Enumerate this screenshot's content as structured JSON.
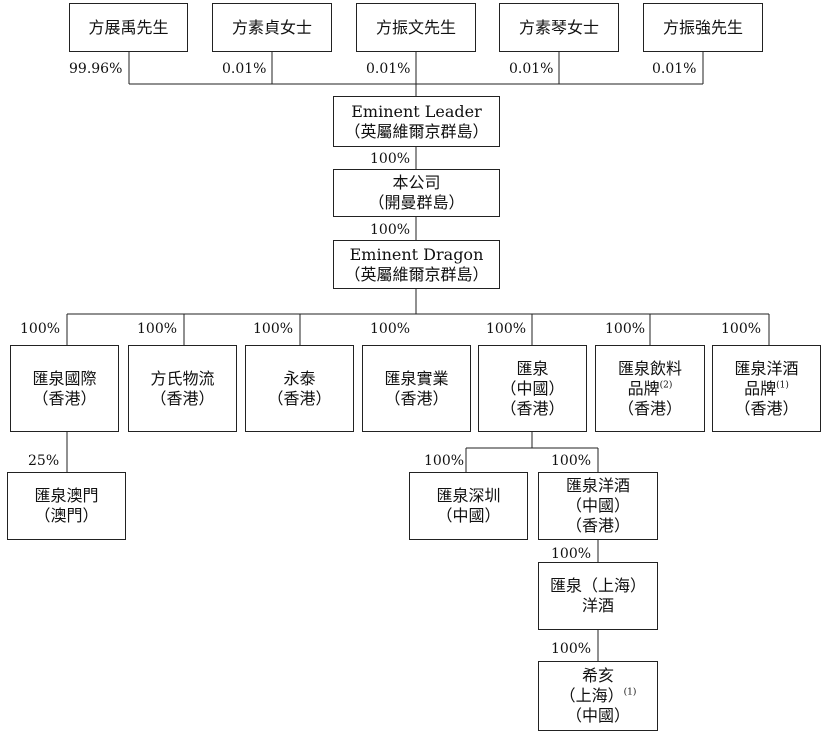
{
  "shareholders": [
    {
      "name": "方展禹先生",
      "pct": "99.96%"
    },
    {
      "name": "方素貞女士",
      "pct": "0.01%"
    },
    {
      "name": "方振文先生",
      "pct": "0.01%"
    },
    {
      "name": "方素琴女士",
      "pct": "0.01%"
    },
    {
      "name": "方振強先生",
      "pct": "0.01%"
    }
  ],
  "eminent_leader": {
    "line1": "Eminent Leader",
    "line2": "（英屬維爾京群島）",
    "pct": "100%"
  },
  "company": {
    "line1": "本公司",
    "line2": "（開曼群島）",
    "pct": "100%"
  },
  "eminent_dragon": {
    "line1": "Eminent Dragon",
    "line2": "（英屬維爾京群島）"
  },
  "subsidiaries": [
    {
      "pct": "100%",
      "line1": "匯泉國際",
      "line2": "（香港）"
    },
    {
      "pct": "100%",
      "line1": "方氏物流",
      "line2": "（香港）"
    },
    {
      "pct": "100%",
      "line1": "永泰",
      "line2": "（香港）"
    },
    {
      "pct": "100%",
      "line1": "匯泉實業",
      "line2": "（香港）"
    },
    {
      "pct": "100%",
      "line1": "匯泉",
      "line2": "（中國）",
      "line3": "（香港）"
    },
    {
      "pct": "100%",
      "line1": "匯泉飲料",
      "line2": "品牌",
      "line2_note": "(2)",
      "line3": "（香港）"
    },
    {
      "pct": "100%",
      "line1": "匯泉洋酒",
      "line2": "品牌",
      "line2_note": "(1)",
      "line3": "（香港）"
    }
  ],
  "macau": {
    "pct": "25%",
    "line1": "匯泉澳門",
    "line2": "（澳門）"
  },
  "shenzhen": {
    "pct": "100%",
    "line1": "匯泉深圳",
    "line2": "（中國）"
  },
  "wine_china_hk": {
    "pct": "100%",
    "line1": "匯泉洋酒",
    "line2": "（中國）",
    "line3": "（香港）"
  },
  "shanghai_wine": {
    "pct": "100%",
    "line1": "匯泉（上海）",
    "line2": "洋酒"
  },
  "xihai": {
    "pct": "100%",
    "line1": "希亥",
    "line2": "（上海）",
    "line2_note": "(1)",
    "line3": "（中國）"
  }
}
